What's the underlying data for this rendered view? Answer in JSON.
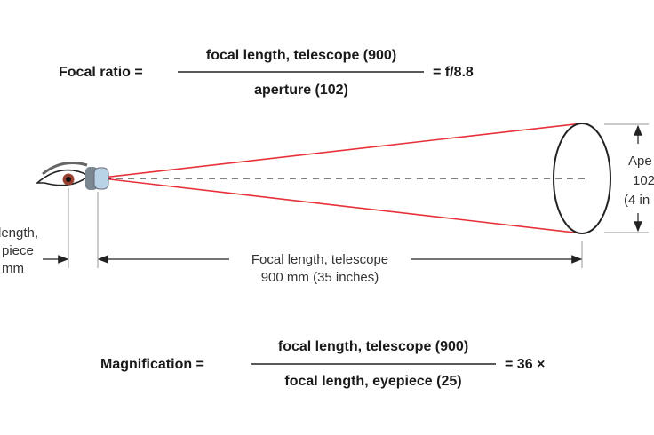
{
  "focal_ratio": {
    "label": "Focal ratio =",
    "numerator": "focal length, telescope (900)",
    "denominator": "aperture (102)",
    "result": "= f/8.8"
  },
  "magnification": {
    "label": "Magnification =",
    "numerator": "focal length, telescope (900)",
    "denominator": "focal length, eyepiece (25)",
    "result": "= 36 ×"
  },
  "eyepiece_label": [
    "length,",
    "piece",
    "mm"
  ],
  "telescope_label": [
    "Focal length, telescope",
    "900 mm (35 inches)"
  ],
  "aperture_label": [
    "Ape",
    "102",
    "(4 in"
  ],
  "colors": {
    "ray": "#e8303a",
    "line": "#222222",
    "guide": "#aaaaaa"
  }
}
